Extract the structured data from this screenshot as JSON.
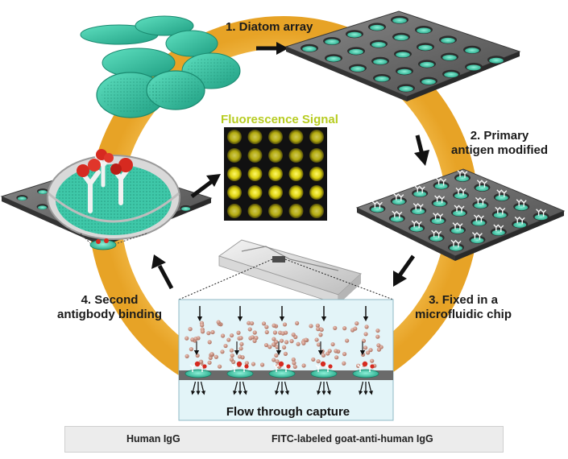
{
  "steps": {
    "s1": "1. Diatom array",
    "s2_line1": "2. Primary",
    "s2_line2": "antigen modified",
    "s3_line1": "3. Fixed in a",
    "s3_line2": "microfluidic chip",
    "s4_line1": "4. Second",
    "s4_line2": "antigbody binding"
  },
  "fluorescence_title": "Fluorescence Signal",
  "flow_title": "Flow through capture",
  "legend": {
    "item1": "Human IgG",
    "item2": "FITC-labeled goat-anti-human IgG"
  },
  "colors": {
    "ring": "#f2b233",
    "diatom": "#3ec7a8",
    "plate": "#5a5a5a",
    "fluor": "#e9e11c",
    "flow_bg": "#e3f4f8"
  }
}
